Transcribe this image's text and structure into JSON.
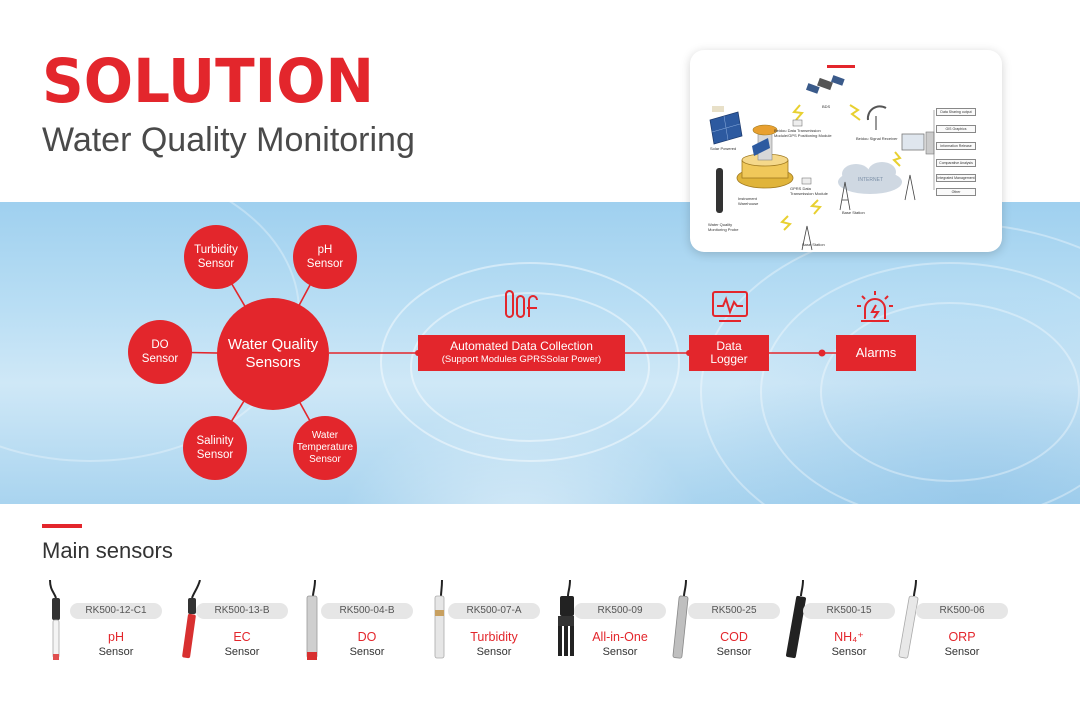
{
  "header": {
    "title": "SOLUTION",
    "subtitle": "Water Quality Monitoring"
  },
  "network": {
    "hub": "Water Quality\nSensors",
    "nodes": {
      "turbidity": "Turbidity\nSensor",
      "ph": "pH\nSensor",
      "do": "DO\nSensor",
      "salinity": "Salinity\nSensor",
      "temperature": "Water\nTemperature\nSensor"
    }
  },
  "flow": {
    "collection_title": "Automated Data Collection",
    "collection_sub": "(Support Modules GPRSSolar Power)",
    "logger": "Data\nLogger",
    "alarms": "Alarms"
  },
  "diagram": {
    "labels": {
      "bds": "BDS",
      "solar": "Solar Powered",
      "beidou_module": "Beidou Data Transmission Module/GPS Positioning Module",
      "beidou_receiver": "Beidou Signal Receiver",
      "gprs": "GPRS Data Transmission Module",
      "internet": "INTERNET",
      "instrument": "Instrument Warehouse",
      "probe": "Water Quality Monitoring Probe",
      "base1": "Base Station",
      "base2": "Base Station"
    },
    "outputs": [
      "Data Sharing output",
      "GIS Graphics",
      "Information Release",
      "Comparative Analysis",
      "Integrated Management",
      "Other"
    ]
  },
  "main_sensors": {
    "title": "Main sensors",
    "items": [
      {
        "model": "RK500-12-C1",
        "name": "pH",
        "type": "Sensor"
      },
      {
        "model": "RK500-13-B",
        "name": "EC",
        "type": "Sensor"
      },
      {
        "model": "RK500-04-B",
        "name": "DO",
        "type": "Sensor"
      },
      {
        "model": "RK500-07-A",
        "name": "Turbidity",
        "type": "Sensor"
      },
      {
        "model": "RK500-09",
        "name": "All-in-One",
        "type": "Sensor"
      },
      {
        "model": "RK500-25",
        "name": "COD",
        "type": "Sensor"
      },
      {
        "model": "RK500-15",
        "name": "NH₄⁺",
        "type": "Sensor"
      },
      {
        "model": "RK500-06",
        "name": "ORP",
        "type": "Sensor"
      }
    ]
  },
  "colors": {
    "accent": "#e3262c",
    "water": "#b9def4"
  }
}
